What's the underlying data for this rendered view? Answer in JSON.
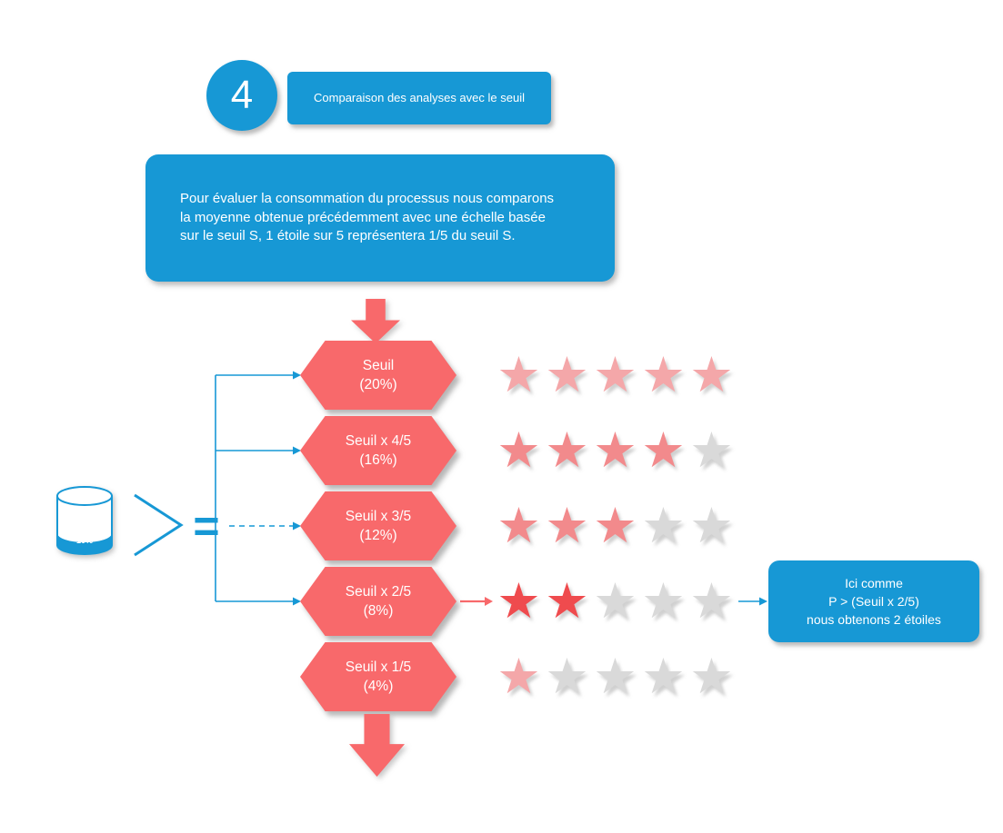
{
  "colors": {
    "blue": "#1798d5",
    "salmon": "#f8696b",
    "star_strong": "#ef4b4e",
    "star_medium": "#f28a8c",
    "star_light": "#f4a7a9",
    "star_empty": "#d9d9d9"
  },
  "step": {
    "number": "4",
    "title": "Comparaison des analyses avec le seuil"
  },
  "description": "Pour évaluer la consommation du processus nous comparons la moyenne obtenue précédemment  avec une échelle basée sur le seuil S, 1 étoile sur 5 représentera 1/5 du seuil S.",
  "source": {
    "cylinder_label": "10%",
    "equals": "="
  },
  "scale": {
    "stars_total": 5,
    "rows": [
      {
        "line1": "Seuil",
        "line2": "(20%)",
        "stars_filled": 5,
        "fill_tone": "light",
        "highlight": false
      },
      {
        "line1": "Seuil x 4/5",
        "line2": "(16%)",
        "stars_filled": 4,
        "fill_tone": "medium",
        "highlight": false
      },
      {
        "line1": "Seuil x 3/5",
        "line2": "(12%)",
        "stars_filled": 3,
        "fill_tone": "medium",
        "highlight": false
      },
      {
        "line1": "Seuil x 2/5",
        "line2": "(8%)",
        "stars_filled": 2,
        "fill_tone": "strong",
        "highlight": true
      },
      {
        "line1": "Seuil x 1/5",
        "line2": "(4%)",
        "stars_filled": 1,
        "fill_tone": "light",
        "highlight": false
      }
    ]
  },
  "result_note": {
    "line1": "Ici comme",
    "line2": "P > (Seuil x 2/5)",
    "line3": "nous obtenons 2 étoiles"
  }
}
